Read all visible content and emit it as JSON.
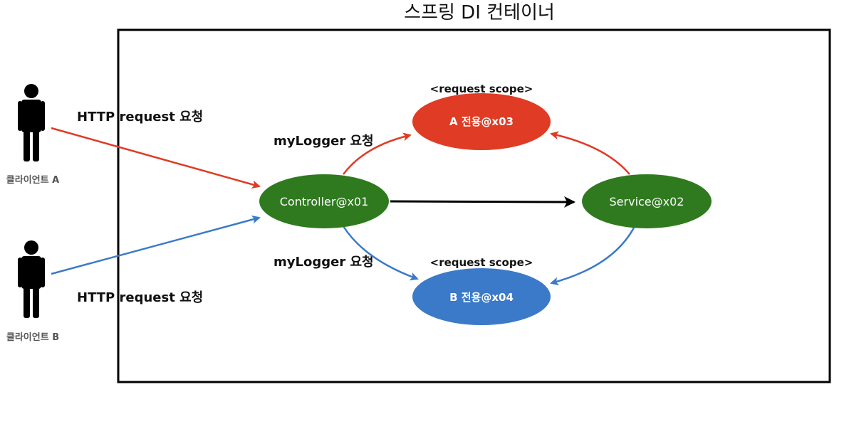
{
  "container": {
    "title": "스프링 DI 컨테이너"
  },
  "clients": [
    {
      "label": "클라이언트 A",
      "icon": "person-icon"
    },
    {
      "label": "클라이언트 B",
      "icon": "person-icon"
    }
  ],
  "edges": {
    "http_a": "HTTP request 요청",
    "http_b": "HTTP request 요청",
    "logger_a": "myLogger 요청",
    "logger_b": "myLogger 요청"
  },
  "nodes": {
    "controller": "Controller@x01",
    "service": "Service@x02",
    "bean_a": "A 전용@x03",
    "bean_b": "B 전용@x04"
  },
  "scopes": {
    "a": "<request scope>",
    "b": "<request scope>"
  },
  "colors": {
    "red": "#e03b24",
    "blue": "#3a7ac8",
    "green": "#2f7a1f",
    "black": "#000000"
  }
}
